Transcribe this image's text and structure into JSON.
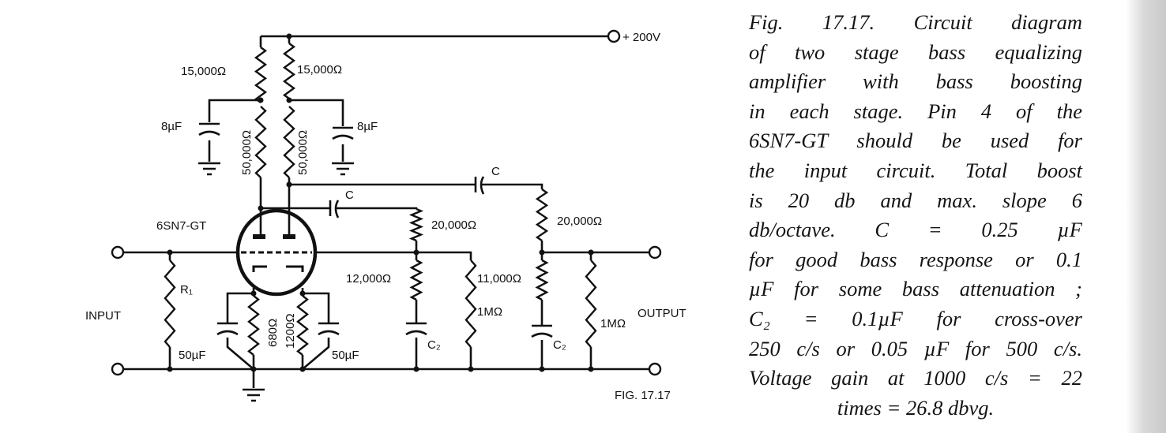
{
  "diagram": {
    "supply_label": "+ 200V",
    "tube_label": "6SN7-GT",
    "input_label": "INPUT",
    "output_label": "OUTPUT",
    "fig_label": "FIG. 17.17",
    "components": {
      "r_plate_load_left": "15,000Ω",
      "r_plate_load_right": "15,000Ω",
      "r_plate_left": "50,000Ω",
      "r_plate_right": "50,000Ω",
      "c_decouple_left": "8µF",
      "c_decouple_right": "8µF",
      "c_coupling_1": "C",
      "c_coupling_2": "C",
      "r_series_1": "20,000Ω",
      "r_series_2": "20,000Ω",
      "r_shunt_1": "12,000Ω",
      "r_shunt_2": "11,000Ω",
      "c2_1": "C₂",
      "c2_2": "C₂",
      "r_grid_2": "1MΩ",
      "r_output": "1MΩ",
      "r_input": "R₁",
      "r_cathode_1": "680Ω",
      "r_cathode_2": "1200Ω",
      "c_cathode_1": "50µF",
      "c_cathode_2": "50µF"
    }
  },
  "caption": {
    "lines": [
      "Fig. 17.17.  Circuit diagram",
      "of two stage bass equalizing",
      "amplifier with bass boosting",
      "in each stage.  Pin 4 of the",
      "6SN7-GT should be used for",
      "the input circuit.   Total boost",
      "is 20 db and max. slope 6",
      "db/octave.  C = 0.25 µF",
      "for good bass response or 0.1",
      "µF for some bass attenuation ;",
      "C₂ = 0.1µF for cross-over",
      "250 c/s or 0.05 µF for 500 c/s.",
      "Voltage gain at 1000 c/s = 22",
      "times = 26.8 dbvg."
    ]
  }
}
